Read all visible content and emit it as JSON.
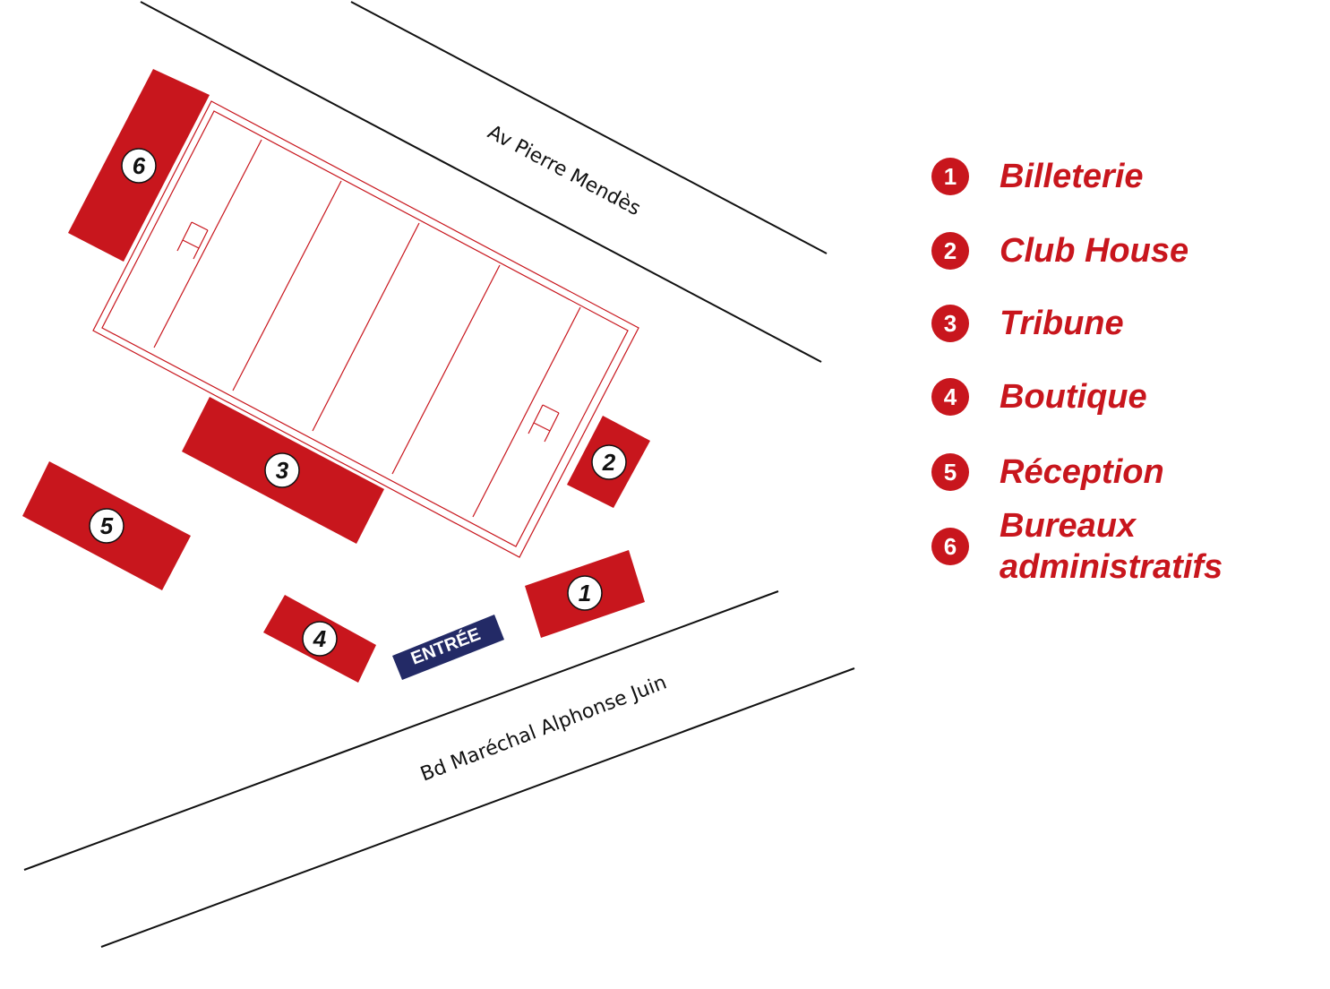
{
  "streets": {
    "north": "Av Pierre Mendès",
    "south": "Bd Maréchal Alphonse Juin"
  },
  "entrance": {
    "label": "ENTRÉE"
  },
  "colors": {
    "building": "#c8161d",
    "entrance": "#232a66",
    "legend_text": "#c8161d"
  },
  "buildings": [
    {
      "number": "1"
    },
    {
      "number": "2"
    },
    {
      "number": "3"
    },
    {
      "number": "4"
    },
    {
      "number": "5"
    },
    {
      "number": "6"
    }
  ],
  "legend": [
    {
      "number": "1",
      "label": "Billeterie"
    },
    {
      "number": "2",
      "label": "Club House"
    },
    {
      "number": "3",
      "label": "Tribune"
    },
    {
      "number": "4",
      "label": "Boutique"
    },
    {
      "number": "5",
      "label": "Réception"
    },
    {
      "number": "6",
      "label": "Bureaux administratifs"
    }
  ]
}
